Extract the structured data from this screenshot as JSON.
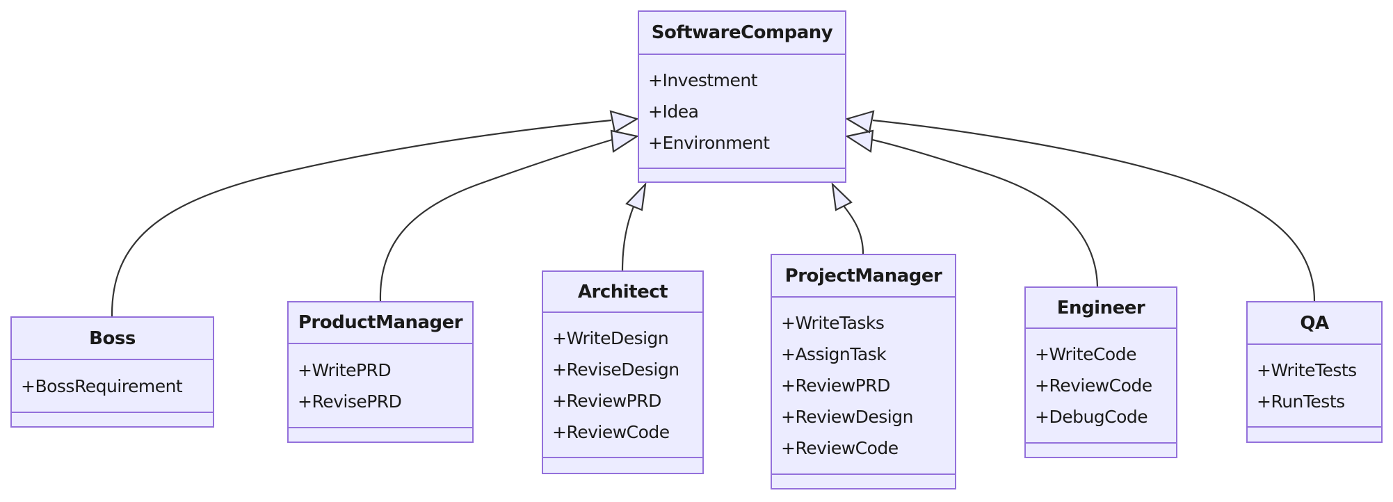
{
  "diagram": {
    "kind": "uml-class-diagram",
    "colors": {
      "node_fill": "#ECECFF",
      "node_border": "#9370DB",
      "edge_line": "#333333",
      "text": "#1a1a1a",
      "background": "#ffffff"
    },
    "classes": [
      {
        "name": "SoftwareCompany",
        "members": [
          "+Investment",
          "+Idea",
          "+Environment"
        ]
      },
      {
        "name": "Boss",
        "members": [
          "+BossRequirement"
        ]
      },
      {
        "name": "ProductManager",
        "members": [
          "+WritePRD",
          "+RevisePRD"
        ]
      },
      {
        "name": "Architect",
        "members": [
          "+WriteDesign",
          "+ReviseDesign",
          "+ReviewPRD",
          "+ReviewCode"
        ]
      },
      {
        "name": "ProjectManager",
        "members": [
          "+WriteTasks",
          "+AssignTask",
          "+ReviewPRD",
          "+ReviewDesign",
          "+ReviewCode"
        ]
      },
      {
        "name": "Engineer",
        "members": [
          "+WriteCode",
          "+ReviewCode",
          "+DebugCode"
        ]
      },
      {
        "name": "QA",
        "members": [
          "+WriteTests",
          "+RunTests"
        ]
      }
    ],
    "relations": [
      {
        "from": "Boss",
        "to": "SoftwareCompany",
        "type": "inheritance"
      },
      {
        "from": "ProductManager",
        "to": "SoftwareCompany",
        "type": "inheritance"
      },
      {
        "from": "Architect",
        "to": "SoftwareCompany",
        "type": "inheritance"
      },
      {
        "from": "ProjectManager",
        "to": "SoftwareCompany",
        "type": "inheritance"
      },
      {
        "from": "Engineer",
        "to": "SoftwareCompany",
        "type": "inheritance"
      },
      {
        "from": "QA",
        "to": "SoftwareCompany",
        "type": "inheritance"
      }
    ]
  }
}
